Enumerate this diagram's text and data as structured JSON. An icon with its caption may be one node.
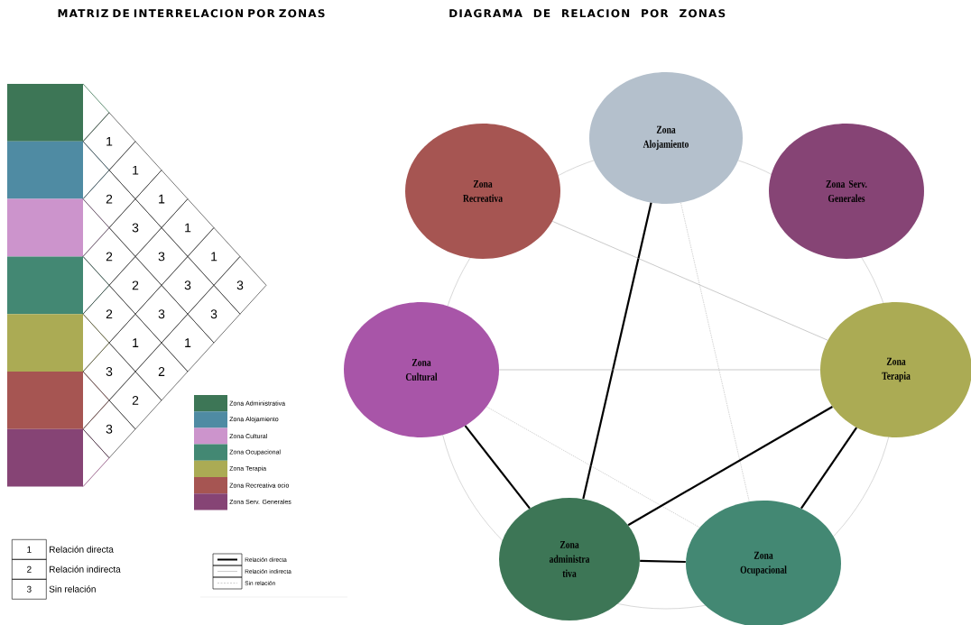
{
  "diagram": {
    "nodes": [
      {
        "text": [
          "Zona Alojamiento"
        ]
      },
      {
        "text": [
          "Zona Recreativa"
        ]
      },
      {
        "text": [
          "Zona Serv. Generales"
        ]
      },
      {
        "text": [
          "Zona Cultural"
        ]
      },
      {
        "text": [
          "Zona Terapia"
        ]
      },
      {
        "text": [
          "Zona administra tiva"
        ]
      },
      {
        "text": [
          "Zona Ocupacional"
        ]
      }
    ],
    "edges": [
      {
        "from": 0,
        "to": 5,
        "arrow": "none"
      },
      {
        "from": 0,
        "to": 6,
        "arrow": "none",
        "style": "dashed",
        "color": "#a6a6a6"
      },
      {
        "from": 1,
        "to": 4,
        "arrow": "none",
        "color": "#a6a6a6"
      },
      {
        "from": 3,
        "to": 4,
        "arrow": "none",
        "color": "#a6a6a6"
      },
      {
        "from": 3,
        "to": 6,
        "arrow": "none",
        "style": "dashed",
        "color": "#a6a6a6"
      },
      {
        "from": 3,
        "to": 5,
        "arrow": "none"
      },
      {
        "from": 5,
        "to": 4,
        "arrow": "none"
      },
      {
        "from": 4,
        "to": 6,
        "arrow": "none"
      },
      {
        "from": 5,
        "to": 6,
        "arrow": "none"
      }
    ],
    "labels": [
      "MATRIZ DE INTERRELACION POR ZONAS",
      "DIAGRAMA DE RELACION POR ZONAS",
      "1",
      "1",
      "2",
      "1",
      "3",
      "1",
      "2",
      "3",
      "1",
      "2",
      "3",
      "3",
      "2",
      "3",
      "3",
      "1",
      "1",
      "3",
      "2",
      "2",
      "3",
      "1",
      "2",
      "3"
    ],
    "legend": [
      {
        "text": "Zona Administrativa",
        "color": "#3d7656"
      },
      {
        "text": "Zona Alojamiento",
        "color": "#4f8ba3"
      },
      {
        "text": "Zona Cultural",
        "color": "#cc94cc"
      },
      {
        "text": "Zona Ocupacional",
        "color": "#438873"
      },
      {
        "text": "Zona Terapia",
        "color": "#abab54"
      },
      {
        "text": "Zona Recreativa ocio",
        "color": "#a65552"
      },
      {
        "text": "Zona Serv. Generales",
        "color": "#864475"
      },
      {
        "text": "Relación directa"
      },
      {
        "text": "Relación indirecta"
      },
      {
        "text": "Sin relación"
      },
      {
        "text": "Relación directa"
      },
      {
        "text": "Relación indirecta"
      },
      {
        "text": "Sin relación"
      }
    ]
  }
}
